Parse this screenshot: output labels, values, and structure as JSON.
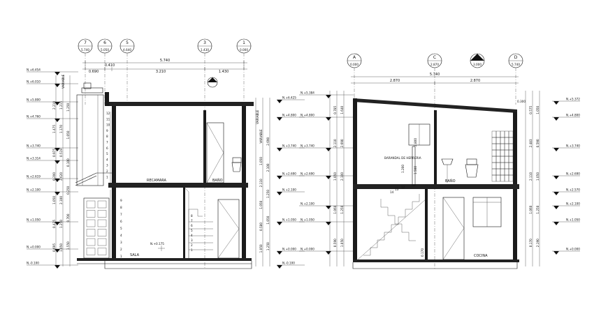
{
  "left_section": {
    "axes": [
      {
        "id": "7",
        "value": "5.740"
      },
      {
        "id": "6",
        "value": "5.050"
      },
      {
        "id": "5",
        "value": "4.640"
      },
      {
        "id": "3",
        "value": "1.430"
      },
      {
        "id": "1",
        "value": "0.000"
      }
    ],
    "overall_dim": "5.740",
    "partial_dims": [
      "0.690",
      "0.410",
      "3.210",
      "1.430"
    ],
    "left_levels": [
      "N.+6.454",
      "N.+6.010",
      "N.+5.800",
      "N.+4.760",
      "N.+3.740",
      "N.+3.314",
      "N.+2.619",
      "N.+2.100",
      "N.+1.050",
      "N.+0.000",
      "N.-0.100"
    ],
    "right_levels": [
      "N.+6.425",
      "N.+4.800",
      "N.+3.740",
      "N.+2.690",
      "N.+2.100",
      "N.+1.050",
      "N.+0.000",
      "N.-0.100"
    ],
    "left_vertical_dims": [
      "2.210",
      "1.475",
      "0.975",
      "0.200",
      "1.050",
      "0.425",
      "0.695",
      "1.215",
      "1.170",
      "0.519",
      "2.620",
      "2.100",
      "1.250",
      "1.050",
      "1.250",
      "1.050",
      "0.100",
      "0.250",
      "0.700",
      "1.550"
    ],
    "right_vertical_dims": [
      "VARIABLE",
      "1.050",
      "2.110",
      "1.050",
      "0.580",
      "1.050",
      "2.690",
      "2.100",
      "1.250",
      "1.050",
      "1.250"
    ],
    "variable_label": "VARIABLE",
    "room_labels": {
      "recamara": "RECAMARA",
      "bano": "BAÑO",
      "sala": "SALA"
    },
    "level_inner": "N.+0.175",
    "stair_upper_numbers": [
      "12",
      "11",
      "10",
      "9",
      "8",
      "7",
      "6",
      "5",
      "4",
      "3",
      "2",
      "1"
    ],
    "stair_lower_numbers": [
      "9",
      "8",
      "7",
      "6",
      "5",
      "4",
      "3",
      "2",
      "1"
    ],
    "stair_small_numbers": [
      "8",
      "7",
      "6",
      "5",
      "4",
      "3",
      "2",
      "1"
    ]
  },
  "right_section": {
    "axes": [
      {
        "id": "A",
        "value": "0.000"
      },
      {
        "id": "C",
        "value": "2.870"
      },
      {
        "id": "C",
        "value": "3.000"
      },
      {
        "id": "D",
        "value": "5.740"
      }
    ],
    "overall_dim": "5.740",
    "partial_dims": [
      "2.870",
      "2.870"
    ],
    "top_small_dim": "0.300",
    "left_levels": [
      "N.+5.384",
      "N.+4.800",
      "N.+3.740",
      "N.+2.690",
      "N.+2.100",
      "N.+1.050",
      "N.+0.000"
    ],
    "right_levels": [
      "N.+5.372",
      "N.+4.800",
      "N.+3.740",
      "N.+2.690",
      "N.+2.570",
      "N.+2.100",
      "N.+1.050",
      "N.+0.000"
    ],
    "left_vertical_dims": [
      "0.785",
      "2.110",
      "1.050",
      "1.060",
      "0.590",
      "1.640",
      "2.690",
      "2.100",
      "1.250",
      "1.050"
    ],
    "right_vertical_dims": [
      "0.575",
      "2.483",
      "2.110",
      "1.060",
      "0.170",
      "1.050",
      "0.590",
      "1.050",
      "1.250",
      "2.190"
    ],
    "mid_dims": [
      "2.800",
      "1.500",
      "1.200",
      "0.170"
    ],
    "labels": {
      "barandal": "BARANDAL DE HERRERIA",
      "bano": "BAÑO",
      "cocina": "COCINA"
    },
    "stair_numbers": [
      "14",
      "13",
      "12"
    ]
  },
  "colors": {
    "line": "#111111",
    "background": "#ffffff"
  }
}
